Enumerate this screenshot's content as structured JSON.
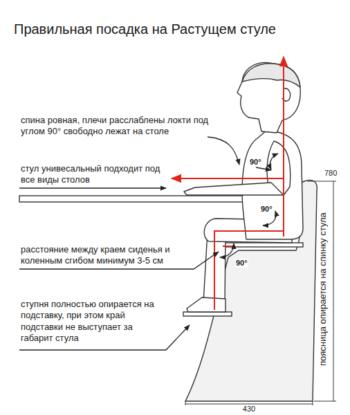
{
  "diagram": {
    "title": "Правильная посадка на Растущем стуле",
    "labels": [
      "спина ровная, плечи расслаблены локти под углом 90° свободно лежат на столе",
      "стул унивесальный подходит под все виды столов",
      "расстояние между краем сиденья и коленным сгибом минимум 3-5 см",
      "ступня полностью опирается на подставку, при этом край подставки не выступает за габарит стула",
      "поясница опирается на спинку стула",
      "780",
      "430",
      "90°",
      "90°",
      "90°"
    ]
  }
}
